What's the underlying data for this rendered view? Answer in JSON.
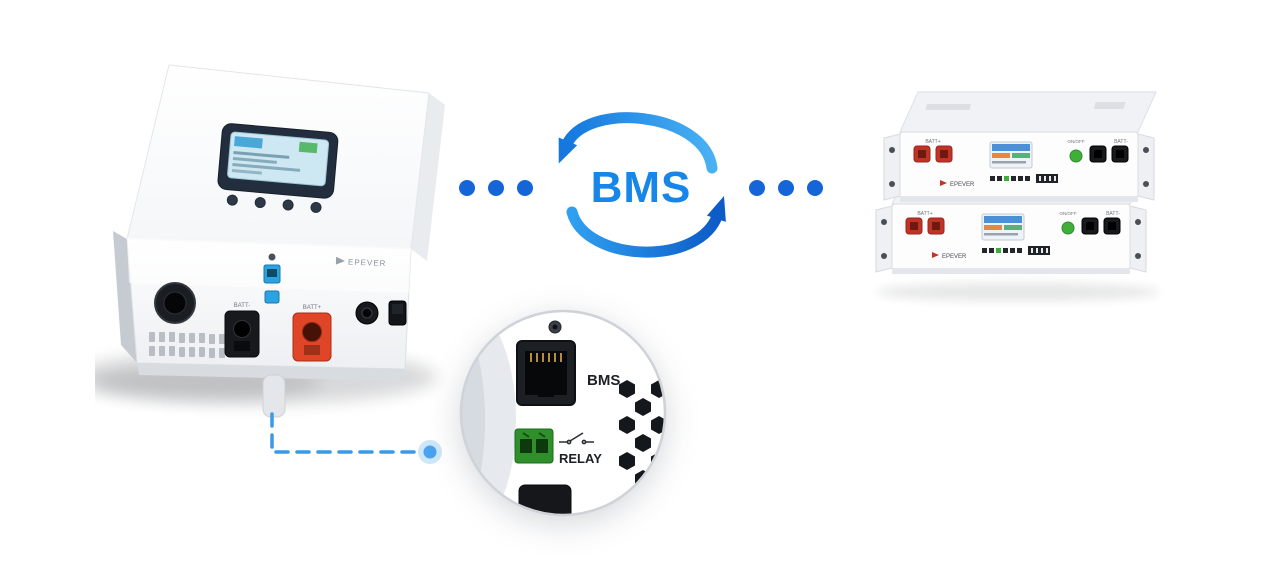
{
  "diagram": {
    "center": {
      "label": "BMS"
    },
    "detail": {
      "port_label": "BMS",
      "relay_label": "RELAY"
    },
    "inverter": {
      "brand": "EPEVER",
      "labels": {
        "batt_neg": "BATT-",
        "batt_pos": "BATT+"
      }
    },
    "battery": {
      "brand": "EPEVER",
      "labels": {
        "batt_pos": "BATT+",
        "batt_neg": "BATT-",
        "power": "ON/OFF"
      }
    },
    "colors": {
      "accent_blue": "#1686e8",
      "dot_blue": "#1565d8",
      "arrow_light": "#49b1f3",
      "arrow_dark": "#0d5cc8",
      "dash_blue": "#3a9ae6",
      "relay_green": "#2e8f2b",
      "terminal_red": "#c23327",
      "terminal_orange": "#df4526"
    }
  }
}
